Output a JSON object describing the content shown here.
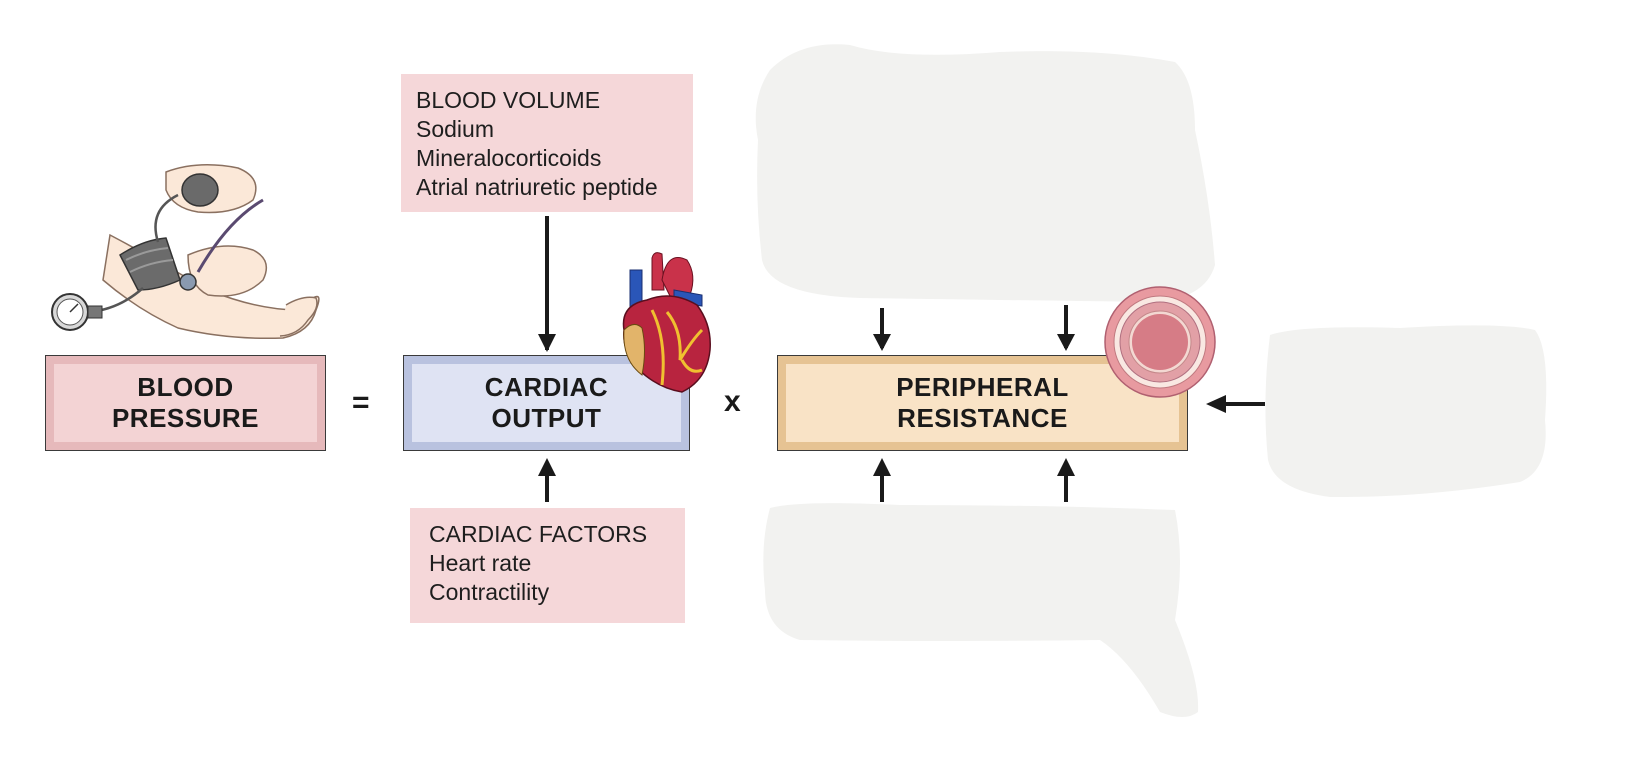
{
  "equation": {
    "blood_pressure": [
      "BLOOD",
      "PRESSURE"
    ],
    "equals": "=",
    "cardiac_output": [
      "CARDIAC",
      "OUTPUT"
    ],
    "times": "x",
    "peripheral_resistance": [
      "PERIPHERAL",
      "RESISTANCE"
    ]
  },
  "blood_volume_box": {
    "lines": [
      "BLOOD VOLUME",
      "Sodium",
      "Mineralocorticoids",
      "Atrial natriuretic peptide"
    ]
  },
  "cardiac_factors_box": {
    "lines": [
      "CARDIAC FACTORS",
      "Heart rate",
      "Contractility"
    ]
  },
  "colors": {
    "info_box": "#f5d7d9",
    "blood_pressure_box": "#f3d3d4",
    "cardiac_output_box": "#dfe3f3",
    "peripheral_resistance_box": "#f9e3c6",
    "masked_area": "#f2f2f0"
  },
  "icons": [
    "blood-pressure-cuff-illustration",
    "heart-illustration",
    "blood-vessel-cross-section-icon"
  ]
}
